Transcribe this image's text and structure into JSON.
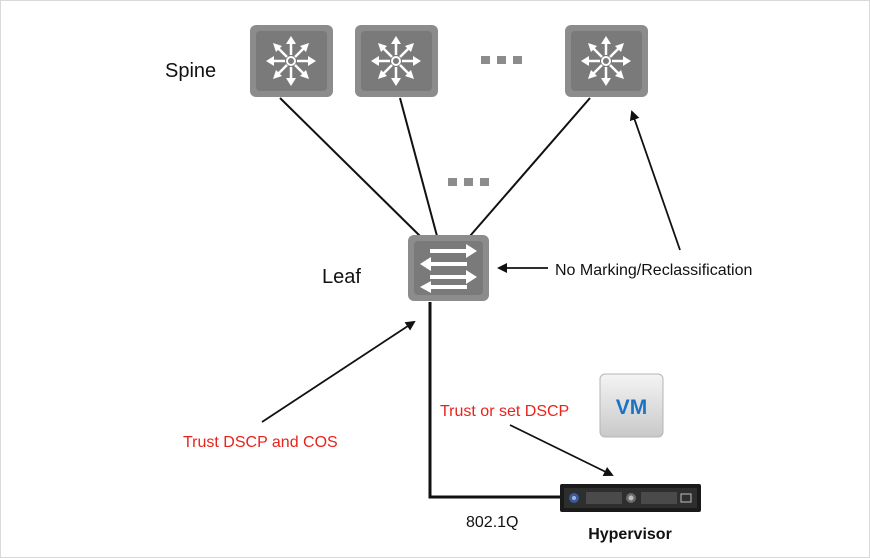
{
  "diagram": {
    "labels": {
      "spine": "Spine",
      "leaf": "Leaf",
      "no_marking": "No Marking/Reclassification",
      "trust_dscp_cos": "Trust DSCP and COS",
      "trust_or_set_dscp": "Trust or set DSCP",
      "vm": "VM",
      "dot1q": "802.1Q",
      "hypervisor": "Hypervisor"
    },
    "icons": {
      "spine_switch": "spine-switch-icon",
      "leaf_switch": "leaf-switch-icon",
      "vm": "vm-icon",
      "hypervisor": "hypervisor-server-icon",
      "ellipsis": "ellipsis-icon"
    },
    "colors": {
      "device_gray": "#8c8c8c",
      "line": "#111111",
      "annotation_red": "#e8231c",
      "vm_blue": "#1e72c4"
    }
  }
}
